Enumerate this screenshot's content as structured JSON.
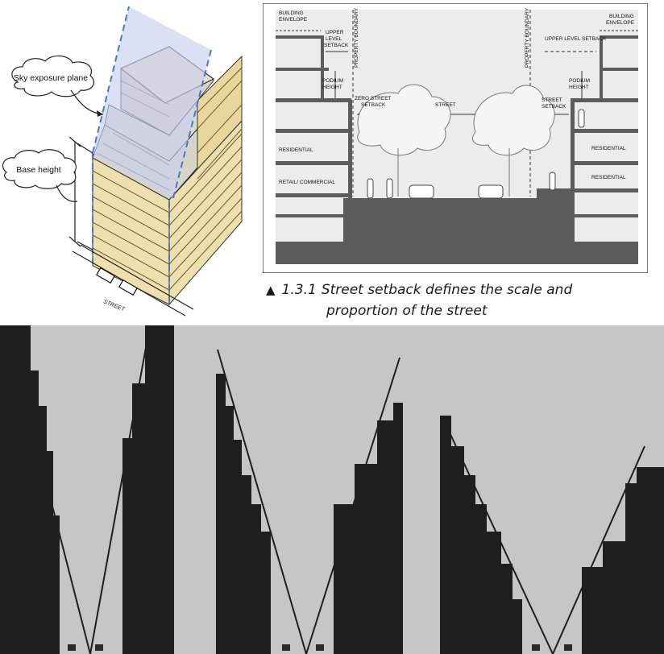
{
  "iso": {
    "labels": {
      "sky_exposure": "Sky exposure plane",
      "base_height": "Base height",
      "street": "STREET"
    }
  },
  "section": {
    "labels": {
      "building_envelope_left": [
        "BUILDING",
        "ENVELOPE"
      ],
      "building_envelope_right": [
        "BUILDING",
        "ENVELOPE"
      ],
      "upper_level_setback_left": [
        "UPPER",
        "LEVEL",
        "SETBACK"
      ],
      "upper_level_setback_right": "UPPER LEVEL SETBACK",
      "property_boundary": "PROPERTY BOUNDARY",
      "podium_height_left": [
        "PODIUM",
        "HEIGHT"
      ],
      "podium_height_right": [
        "PODIUM",
        "HEIGHT"
      ],
      "zero_street_setback": [
        "ZERO STREET",
        "SETBACK"
      ],
      "street": "STREET",
      "street_setback": [
        "STREET",
        "SETBACK"
      ],
      "residential_left": "RESIDENTIAL",
      "residential_right_1": "RESIDENTIAL",
      "residential_right_2": "RESIDENTIAL",
      "retail_commercial": "RETAIL/ COMMERCIAL"
    }
  },
  "caption": {
    "number": "1.3.1",
    "line1": "Street setback defines the scale and",
    "line2": "proportion of the street"
  },
  "colors": {
    "facade": "#eedfae",
    "sky_plane": "#c9d0ef",
    "dashed_line": "#4a78c8",
    "photo_sky": "#c6c6c6",
    "photo_building": "#1e1e1e"
  }
}
